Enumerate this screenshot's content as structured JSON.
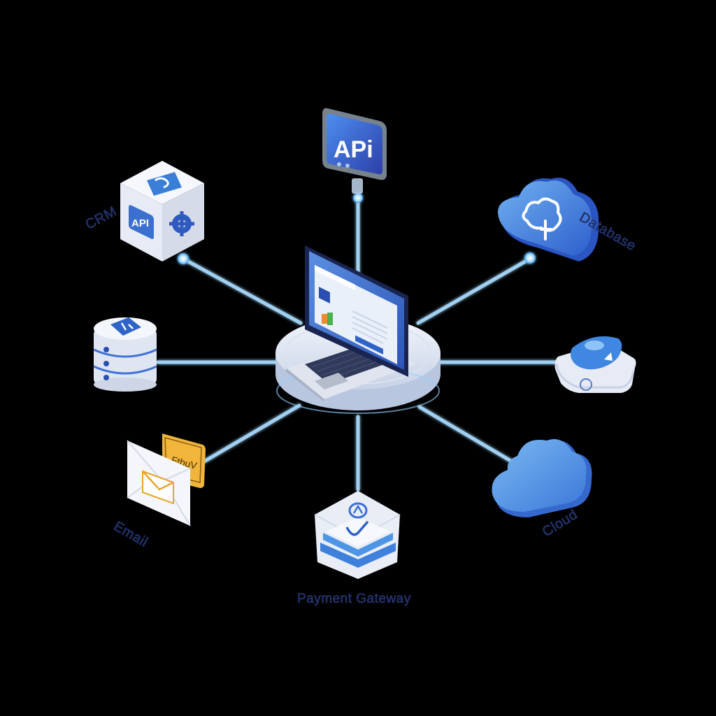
{
  "diagram": {
    "type": "hub-and-spoke integration diagram",
    "background": "#000000",
    "colors": {
      "link": "#9fd8ff",
      "link_glow": "#4fb4ff",
      "primary_blue": "#3a6fd8",
      "light_blue": "#5ba3ea",
      "dark_blue": "#2a4fb0",
      "label_text": "#1d2a5e",
      "node_white": "#eef2fb",
      "email_gold": "#f0b53a"
    },
    "hub": {
      "name": "laptop-platform",
      "description": "Laptop showing a web app dashboard on a circular platform"
    },
    "nodes": [
      {
        "id": "api",
        "label": "",
        "icon_text": "APi",
        "icon": "api-sign-icon"
      },
      {
        "id": "crm",
        "label": "CRM",
        "icon_text": "API",
        "icon": "crm-cube-icon"
      },
      {
        "id": "database",
        "label": "Database",
        "icon": "cloud-database-icon"
      },
      {
        "id": "storage",
        "label": "",
        "icon": "database-stack-icon"
      },
      {
        "id": "router",
        "label": "",
        "icon": "router-device-icon"
      },
      {
        "id": "email",
        "label": "Email",
        "icon_text": "FtbuV",
        "icon": "email-envelope-icon"
      },
      {
        "id": "cloud",
        "label": "Cloud",
        "icon": "cloud-icon"
      },
      {
        "id": "payment",
        "label": "Payment Gateway",
        "icon": "payment-gateway-icon"
      }
    ]
  }
}
